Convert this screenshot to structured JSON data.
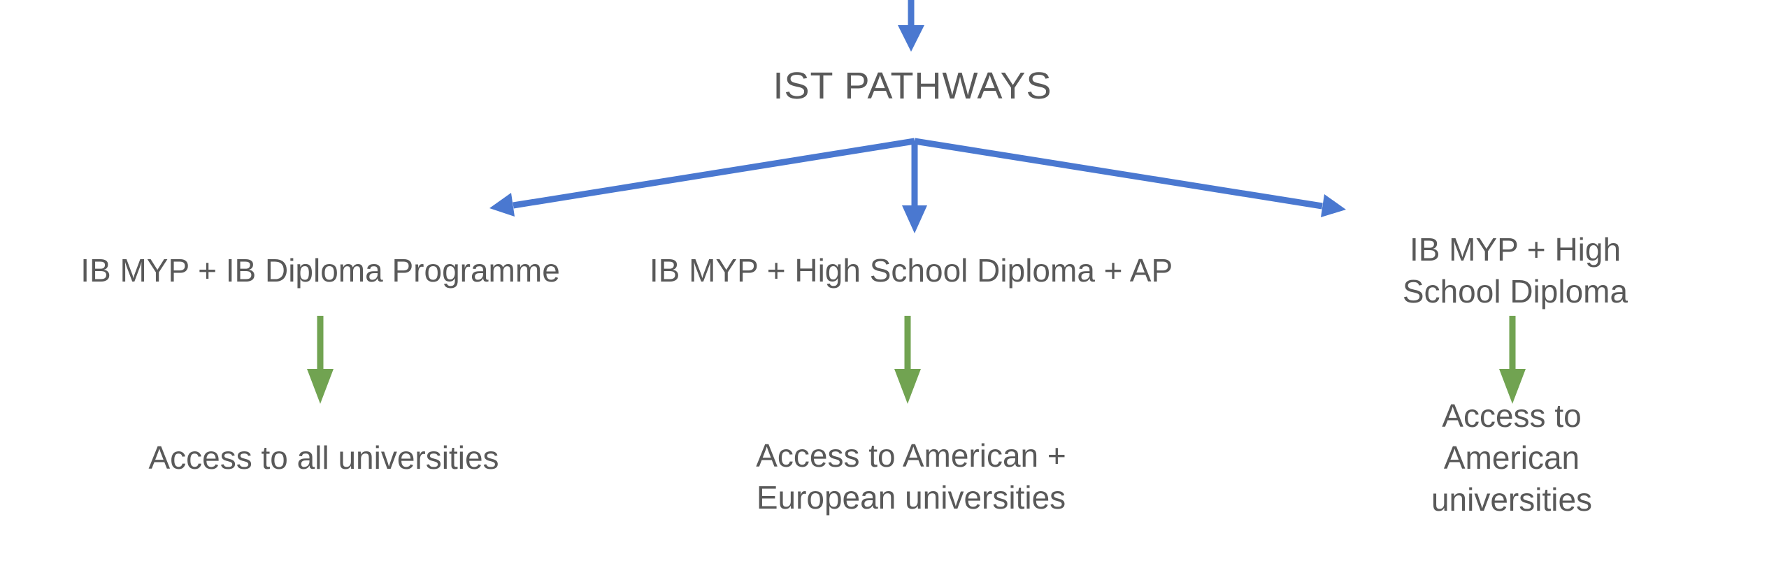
{
  "diagram": {
    "title": "IST PATHWAYS",
    "pathways": [
      {
        "label": "IB MYP + IB Diploma Programme",
        "outcome": "Access to all universities"
      },
      {
        "label": "IB MYP + High School Diploma + AP",
        "outcome": "Access to American +\nEuropean universities"
      },
      {
        "label": "IB MYP + High School Diploma",
        "outcome": "Access to American universities"
      }
    ]
  },
  "colors": {
    "connector_blue": "#4a78d0",
    "connector_green": "#71a351",
    "text_gray": "#595959",
    "background": "#ffffff"
  }
}
